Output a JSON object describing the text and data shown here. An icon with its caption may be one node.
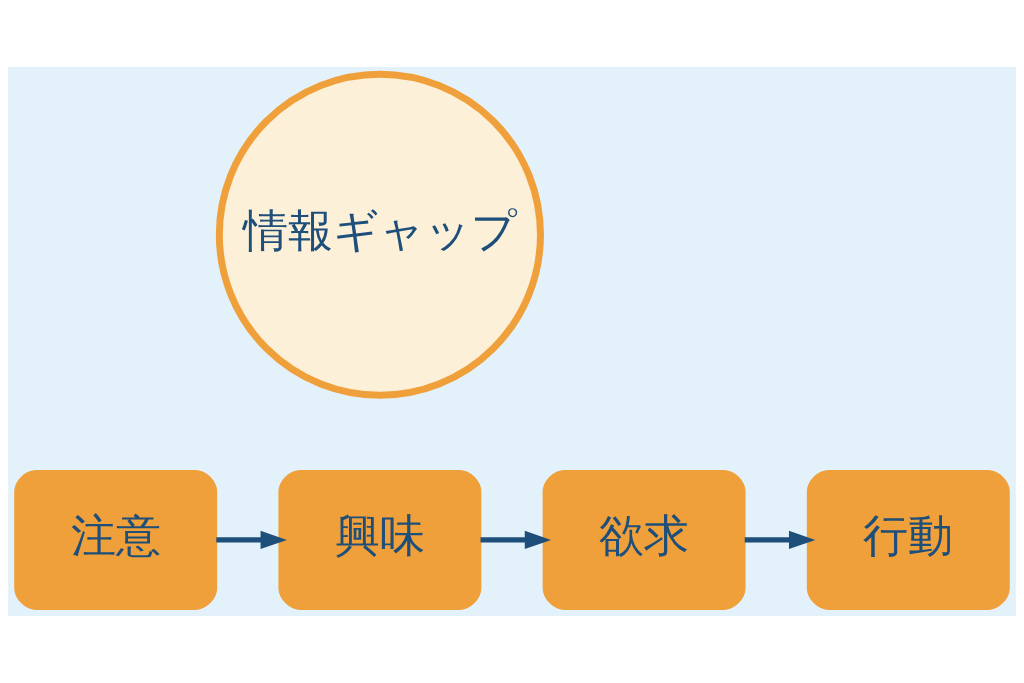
{
  "diagram": {
    "nodes": [
      {
        "text": [
          "情報ギャップ"
        ]
      },
      {
        "text": [
          "注意"
        ]
      },
      {
        "text": [
          "興味"
        ]
      },
      {
        "text": [
          "欲求"
        ]
      },
      {
        "text": [
          "行動"
        ]
      }
    ],
    "edges": [
      {
        "from": 1,
        "to": 2,
        "arrow": "to"
      },
      {
        "from": 2,
        "to": 3,
        "arrow": "to"
      },
      {
        "from": 3,
        "to": 4,
        "arrow": "to"
      }
    ]
  }
}
